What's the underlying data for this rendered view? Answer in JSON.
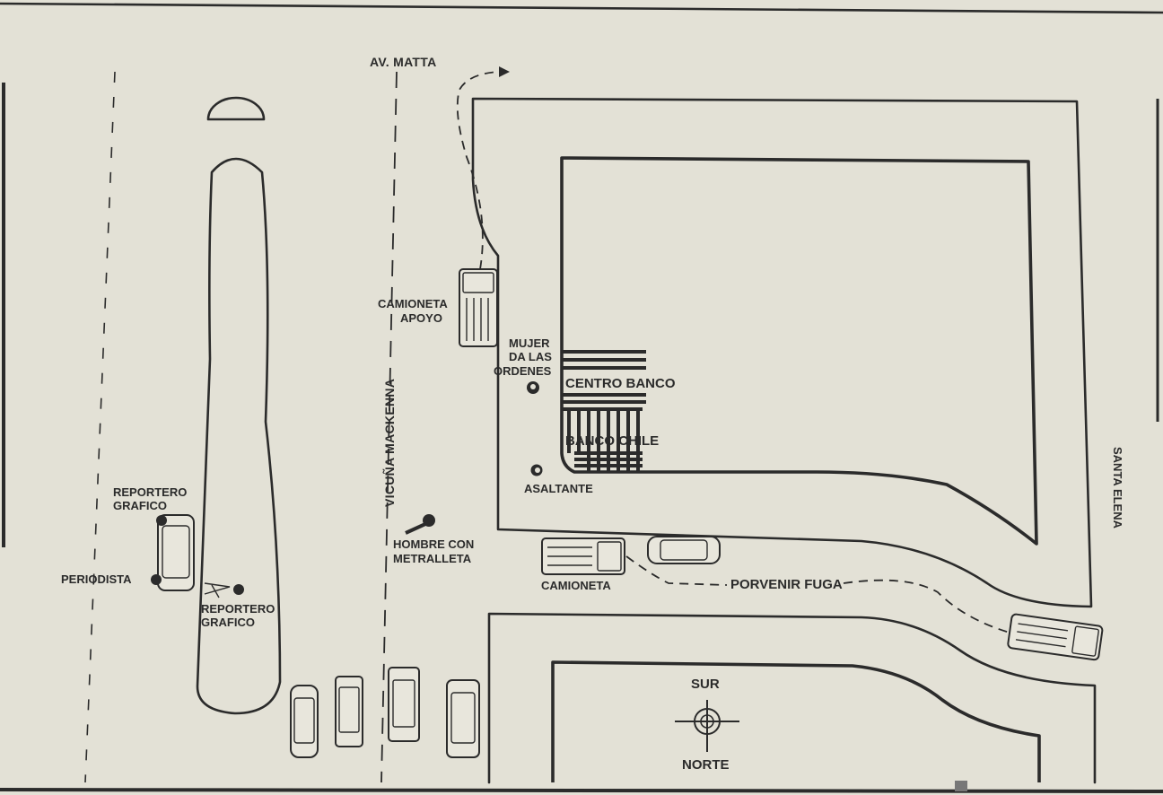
{
  "streets": {
    "av_matta": "AV. MATTA",
    "vicuna_mackenna": "VICUÑA MACKENNA",
    "santa_elena": "SANTA ELENA"
  },
  "buildings": {
    "centro_banco": "CENTRO BANCO",
    "banco_chile": "BANCO CHILE"
  },
  "figures": {
    "camioneta_apoyo_line1": "CAMIONETA",
    "camioneta_apoyo_line2": "APOYO",
    "mujer_line1": "MUJER",
    "mujer_line2": "DA LAS",
    "mujer_line3": "ORDENES",
    "asaltante": "ASALTANTE",
    "hombre_line1": "HOMBRE CON",
    "hombre_line2": "METRALLETA",
    "camioneta": "CAMIONETA",
    "reportero_top_line1": "REPORTERO",
    "reportero_top_line2": "GRAFICO",
    "periodista": "PERIODISTA",
    "reportero_bottom_line1": "REPORTERO",
    "reportero_bottom_line2": "GRAFICO"
  },
  "route": {
    "fuga_label": "PORVENIR FUGA"
  },
  "compass": {
    "top": "SUR",
    "bottom": "NORTE"
  },
  "colors": {
    "paper": "#e3e1d6",
    "ink": "#2b2b2b"
  }
}
